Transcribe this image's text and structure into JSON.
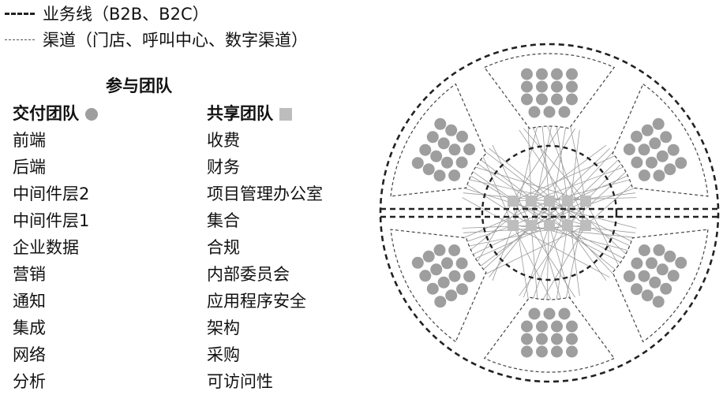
{
  "legend": {
    "business_line": "业务线（B2B、B2C）",
    "channel": "渠道（门店、呼叫中心、数字渠道）"
  },
  "teams": {
    "heading": "参与团队",
    "delivery": {
      "title": "交付团队",
      "marker": "circle",
      "items": [
        "前端",
        "后端",
        "中间件层2",
        "中间件层1",
        "企业数据",
        "营销",
        "通知",
        "集成",
        "网络",
        "分析"
      ]
    },
    "shared": {
      "title": "共享团队",
      "marker": "square",
      "items": [
        "收费",
        "财务",
        "项目管理办公室",
        "集合",
        "合规",
        "内部委员会",
        "应用程序安全",
        "架构",
        "采购",
        "可访问性"
      ]
    }
  },
  "colors": {
    "delivery_dot": "#9e9e9e",
    "shared_square": "#bdbdbd",
    "connection_line": "#9a9a9a",
    "boundary": "#222222"
  }
}
